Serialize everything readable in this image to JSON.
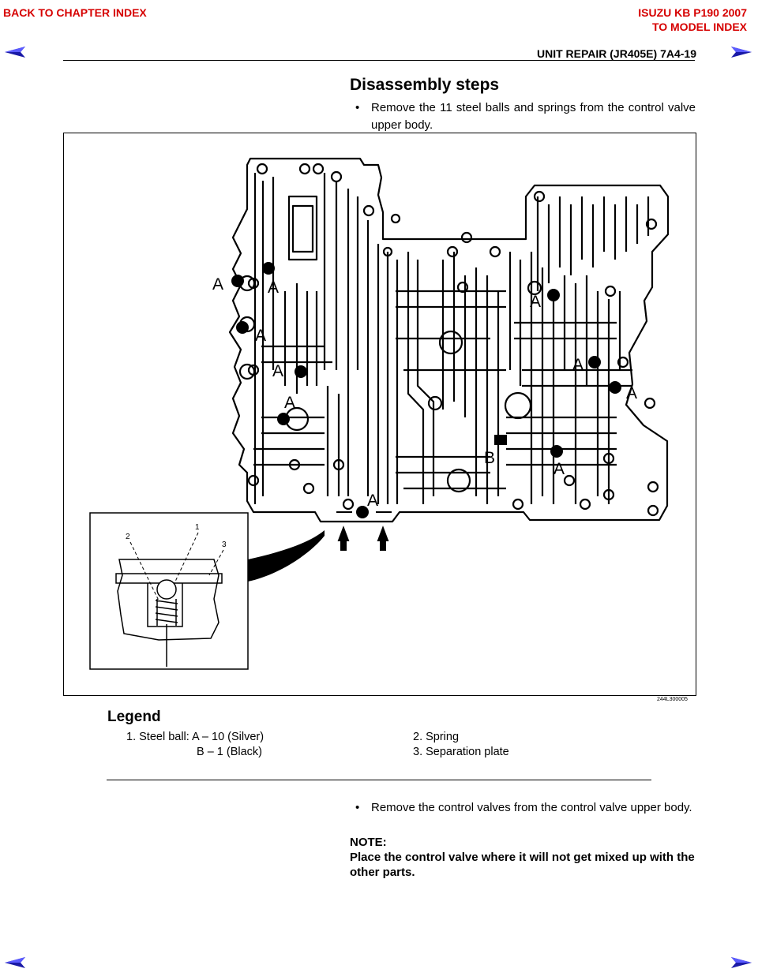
{
  "nav": {
    "back_to_chapter": "BACK TO CHAPTER INDEX",
    "model_line": "ISUZU KB P190 2007",
    "to_model_index": "TO MODEL INDEX"
  },
  "header": {
    "section": "UNIT REPAIR (JR405E)  7A4-19"
  },
  "title": "Disassembly steps",
  "steps": [
    {
      "text": "Remove the 11 steel balls and springs from the control valve upper body."
    },
    {
      "text": "Remove the control valves from the control valve upper body."
    }
  ],
  "figure": {
    "code": "244L300005",
    "labels": {
      "a": "A",
      "b": "B",
      "n1": "1",
      "n2": "2",
      "n3": "3"
    }
  },
  "legend": {
    "title": "Legend",
    "item1_line1": "1. Steel ball: A – 10 (Silver)",
    "item1_line2": "B – 1 (Black)",
    "item2": "2. Spring",
    "item3": "3. Separation plate"
  },
  "note": {
    "label": "NOTE:",
    "text": "Place the control valve where it will not get mixed up with the other parts."
  },
  "colors": {
    "nav": "#d60000",
    "arrow": "#1a1aa6"
  },
  "icons": [
    "arrow-left-icon",
    "arrow-right-icon"
  ]
}
